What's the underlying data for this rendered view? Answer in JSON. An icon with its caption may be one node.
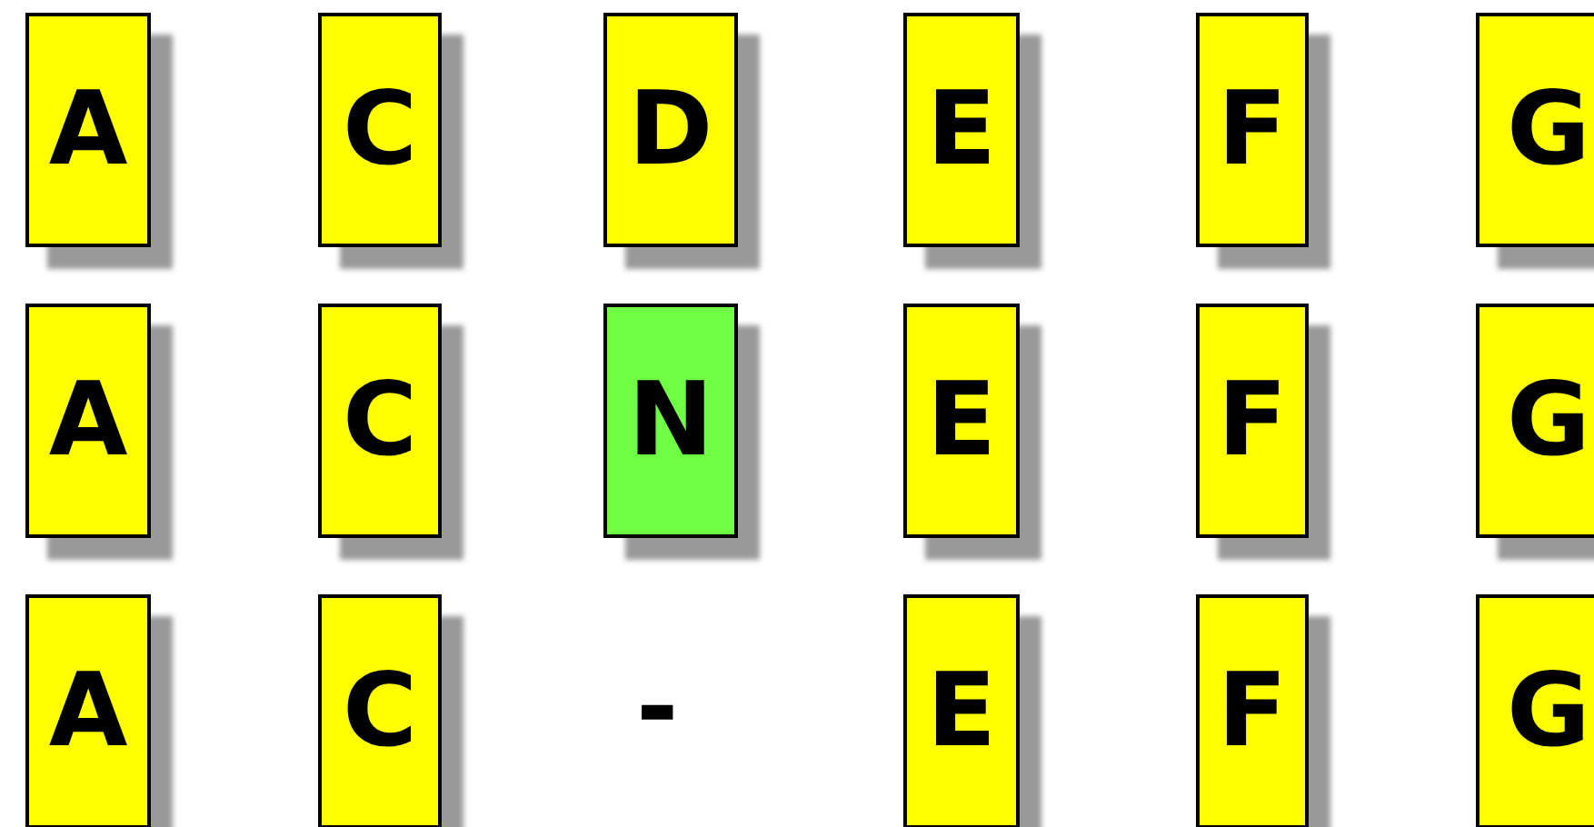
{
  "diagram": {
    "nodes": [
      {
        "text": [
          "A"
        ]
      },
      {
        "text": [
          "C"
        ]
      },
      {
        "text": [
          "D"
        ]
      },
      {
        "text": [
          "E"
        ]
      },
      {
        "text": [
          "F"
        ]
      },
      {
        "text": [
          "G"
        ]
      },
      {
        "text": [
          "A"
        ]
      },
      {
        "text": [
          "C"
        ]
      },
      {
        "text": [
          "N"
        ]
      },
      {
        "text": [
          "E"
        ]
      },
      {
        "text": [
          "F"
        ]
      },
      {
        "text": [
          "G"
        ]
      },
      {
        "text": [
          "A"
        ]
      },
      {
        "text": [
          "C"
        ]
      },
      {
        "text": [
          "E"
        ]
      },
      {
        "text": [
          "F"
        ]
      },
      {
        "text": [
          "G"
        ]
      }
    ],
    "labels": [
      "-"
    ]
  }
}
